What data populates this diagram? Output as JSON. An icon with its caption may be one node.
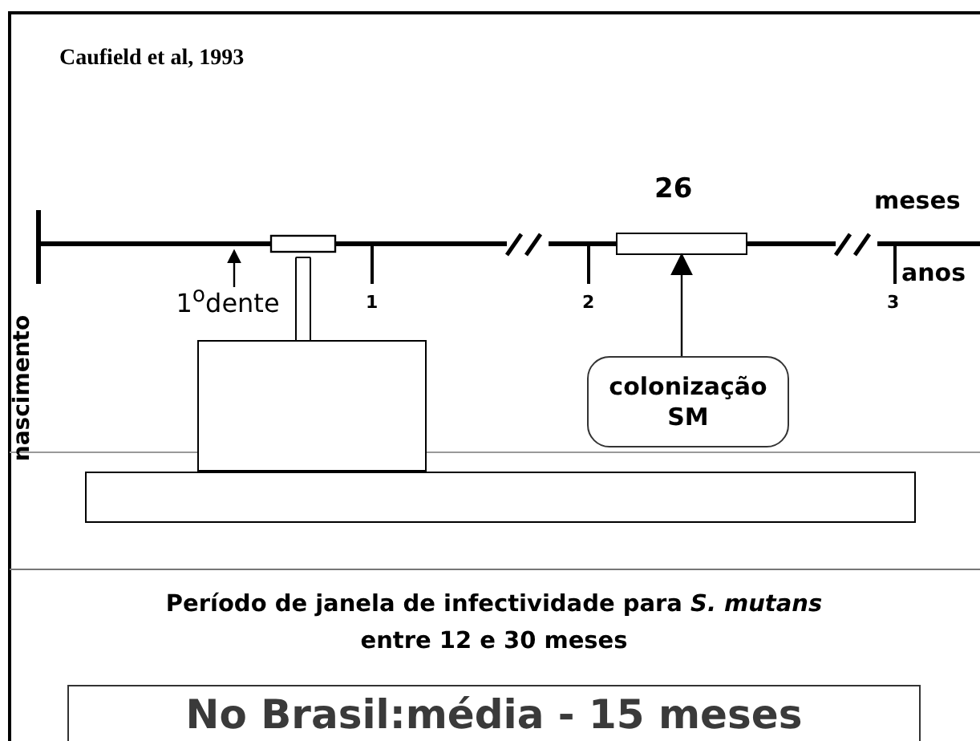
{
  "diagram": {
    "nodes": [
      {
        "text": [],
        "shape": "box"
      },
      {
        "text": [
          "colonização SM"
        ]
      },
      {
        "text": [
          "1$^{o}$dente"
        ]
      },
      {
        "text": [
          "No Brasil:média - 15 meses"
        ]
      },
      {
        "text": [],
        "shape": "bar"
      },
      {
        "text": [],
        "shape": "box"
      },
      {
        "text": [],
        "shape": "box"
      }
    ],
    "edges": [
      {
        "from": 1,
        "to": 0,
        "arrow": "to"
      },
      {
        "from": 2,
        "to": null,
        "arrow": "to"
      }
    ],
    "labels": [
      "Caufield et al, 1993",
      "26",
      "meses",
      "1",
      "2",
      "3",
      "anos",
      "nascimento",
      "Período de janela de infectividade para *S. mutans* entre 12 e 30 meses"
    ]
  }
}
